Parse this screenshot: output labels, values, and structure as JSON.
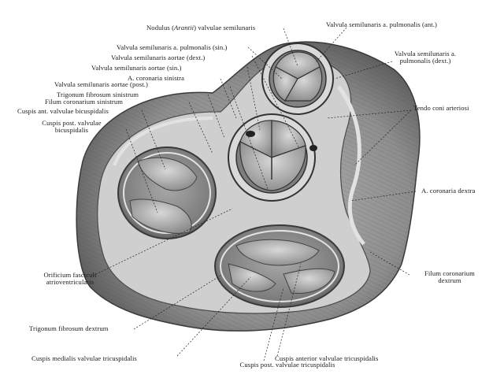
{
  "labels": {
    "noduli_pre": "Nodulus (",
    "noduli_it": "Arantii",
    "noduli_post": ") valvulae semilunaris",
    "pulm_ant": "Valvula semilunaris a. pulmonalis (ant.)",
    "pulm_sin": "Valvula semilunaris a. pulmonalis (sin.)",
    "aort_dext": "Valvula semilunaris aortae (dext.)",
    "aort_sin": "Valvula semilunaris aortae (sin.)",
    "coron_sin": "A. coronaria sinistra",
    "aort_post": "Valvula semilunaris aortae (post.)",
    "trig_sin": "Trigonum fibrosum sinistrum",
    "filum_sin": "Filum coronarium sinistrum",
    "cusp_ant_bic": "Cuspis ant. valvulae bicuspidalis",
    "cusp_post_bic_1": "Cuspis post. valvulae",
    "cusp_post_bic_2": "bicuspidalis",
    "pulm_dext_1": "Valvula semilunaris a.",
    "pulm_dext_2": "pulmonalis (dext.)",
    "tendo": "Tendo coni arteriosi",
    "coron_dext": "A. coronaria dextra",
    "filum_dext_1": "Filum coronarium",
    "filum_dext_2": "dextrum",
    "orif_1": "Orificium fasciculi",
    "orif_2": "atrioventricularis",
    "trig_dext": "Trigonum fibrosum dextrum",
    "cusp_med_tri": "Cuspis medialis valvulae tricuspidalis",
    "cusp_ant_tri": "Cuspis anterior valvulae tricuspidalis",
    "cusp_post_tri_1": "Cuspis post.",
    "cusp_post_tri_2": "valvulae tricuspidalis"
  },
  "colors": {
    "ink": "#1a1a1a",
    "muscle": "#9a9a9a",
    "muscle_dark": "#6a6a6a",
    "ring": "#dcdcdc",
    "cavity": "#8c8c8c",
    "background": "#ffffff"
  }
}
